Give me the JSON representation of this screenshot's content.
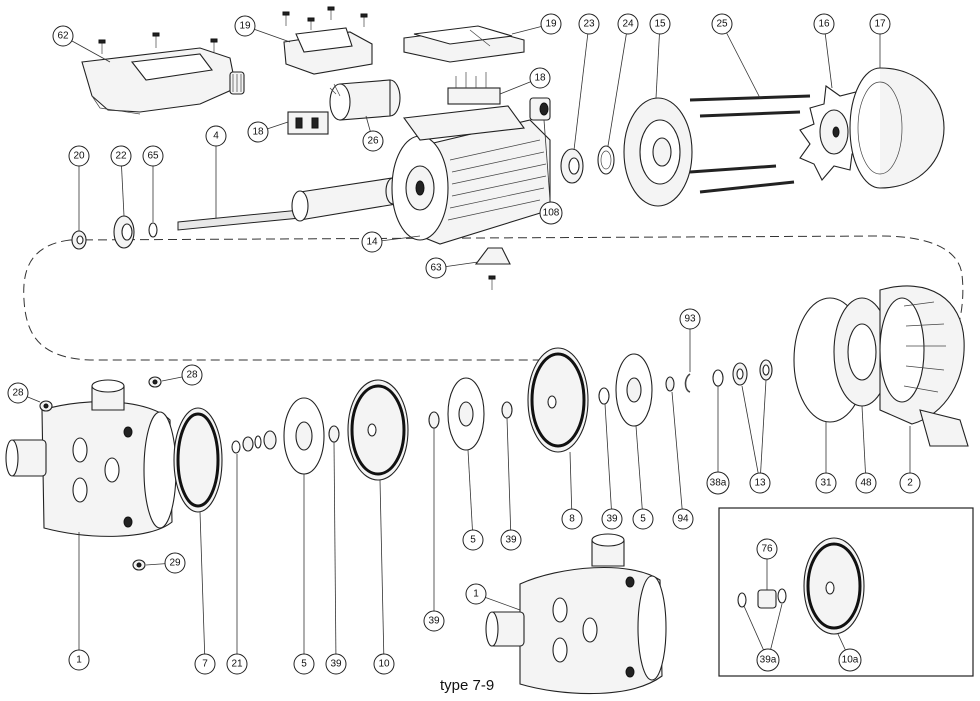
{
  "diagram": {
    "caption": "type 7-9",
    "inset_labels": [
      "76",
      "39a",
      "10a"
    ]
  },
  "callouts": [
    {
      "id": "62",
      "label": "62"
    },
    {
      "id": "19a",
      "label": "19"
    },
    {
      "id": "19b",
      "label": "19"
    },
    {
      "id": "23",
      "label": "23"
    },
    {
      "id": "24",
      "label": "24"
    },
    {
      "id": "15",
      "label": "15"
    },
    {
      "id": "25",
      "label": "25"
    },
    {
      "id": "16",
      "label": "16"
    },
    {
      "id": "17",
      "label": "17"
    },
    {
      "id": "18a",
      "label": "18"
    },
    {
      "id": "18b",
      "label": "18"
    },
    {
      "id": "26",
      "label": "26"
    },
    {
      "id": "4",
      "label": "4"
    },
    {
      "id": "20",
      "label": "20"
    },
    {
      "id": "22",
      "label": "22"
    },
    {
      "id": "65",
      "label": "65"
    },
    {
      "id": "14",
      "label": "14"
    },
    {
      "id": "108",
      "label": "108"
    },
    {
      "id": "63",
      "label": "63"
    },
    {
      "id": "28a",
      "label": "28"
    },
    {
      "id": "28b",
      "label": "28"
    },
    {
      "id": "93",
      "label": "93"
    },
    {
      "id": "29",
      "label": "29"
    },
    {
      "id": "38a",
      "label": "38a"
    },
    {
      "id": "13",
      "label": "13"
    },
    {
      "id": "31",
      "label": "31"
    },
    {
      "id": "48",
      "label": "48"
    },
    {
      "id": "2",
      "label": "2"
    },
    {
      "id": "8",
      "label": "8"
    },
    {
      "id": "39a",
      "label": "39"
    },
    {
      "id": "5a",
      "label": "5"
    },
    {
      "id": "94",
      "label": "94"
    },
    {
      "id": "5b",
      "label": "5"
    },
    {
      "id": "39b",
      "label": "39"
    },
    {
      "id": "1a",
      "label": "1"
    },
    {
      "id": "1b",
      "label": "1"
    },
    {
      "id": "7",
      "label": "7"
    },
    {
      "id": "21",
      "label": "21"
    },
    {
      "id": "5c",
      "label": "5"
    },
    {
      "id": "39c",
      "label": "39"
    },
    {
      "id": "10",
      "label": "10"
    },
    {
      "id": "39d",
      "label": "39"
    },
    {
      "id": "76",
      "label": "76"
    },
    {
      "id": "39aa",
      "label": "39a"
    },
    {
      "id": "10a",
      "label": "10a"
    }
  ]
}
